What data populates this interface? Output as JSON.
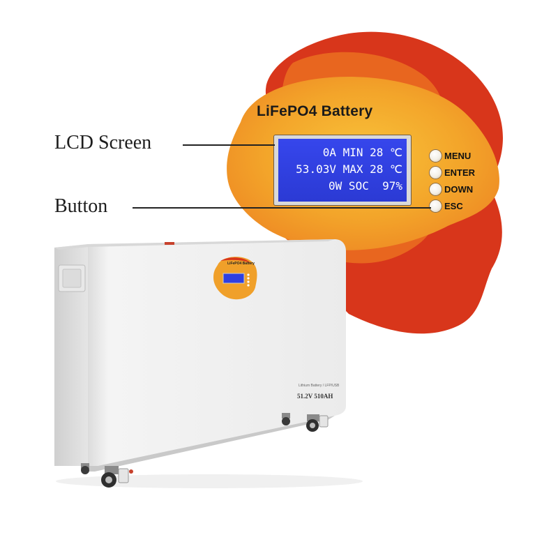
{
  "callouts": {
    "lcd_label": "LCD Screen",
    "button_label": "Button"
  },
  "panel": {
    "title": "LiFePO4 Battery",
    "lcd_lines": [
      "0A MIN 28 ℃",
      "53.03V MAX 28 ℃",
      "0W SOC  97%"
    ],
    "buttons": [
      "MENU",
      "ENTER",
      "DOWN",
      "ESC"
    ]
  },
  "battery": {
    "mini_title": "LiFePO4 Battery",
    "label_small": "Lithium Battery / LFP/USB",
    "label_spec": "51.2V 510AH"
  },
  "colors": {
    "blob_outer": "#d8361b",
    "blob_mid": "#e8661f",
    "blob_inner": "#f4a62a",
    "lcd_blue": "#2f3fe0",
    "cabinet": "#eeeeee"
  }
}
